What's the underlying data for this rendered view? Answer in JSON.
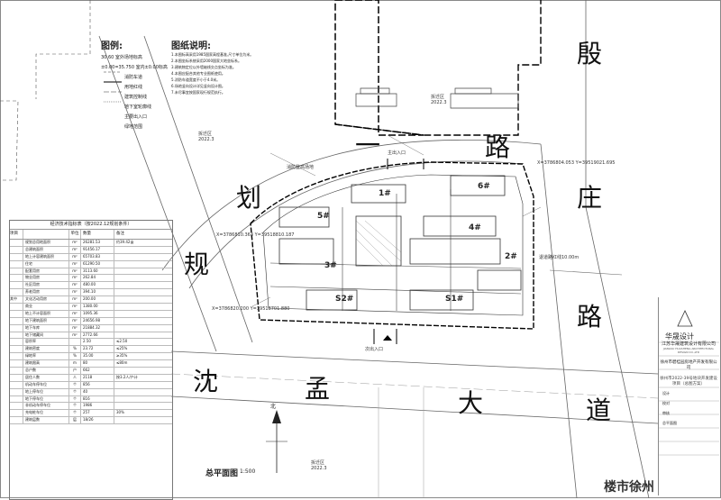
{
  "roads": {
    "north_road": "殷",
    "east_road_1": "庄",
    "east_road_2": "路",
    "guihua_1": "规",
    "guihua_2": "划",
    "guihua_3": "一",
    "guihua_4": "路",
    "south_1": "沈",
    "south_2": "孟",
    "south_3": "大",
    "south_4": "道"
  },
  "legend": {
    "title": "图例:",
    "items": [
      "30.60 室外场地标高",
      "±0.00=35.750 室内±0.00标高",
      "消防车道",
      "用地红线",
      "建筑控制线",
      "地下室轮廓线",
      "主要出入口",
      "绿地范围"
    ]
  },
  "notes": {
    "title": "图纸说明:",
    "items": [
      "1.本图标高采用1985国家高程基准,尺寸单位为米。",
      "2.本图坐标系统采用2000国家大地坐标系。",
      "3.建筑物定位以外墙轴线交点坐标为准。",
      "4.本图应配合其他专业图纸使用。",
      "5.消防车道宽度不小于4.0米。",
      "6.场地竖向设计详见竖向设计图。",
      "7.未尽事宜按国家现行规范执行。"
    ]
  },
  "blocks": {
    "b1": "1#",
    "b2": "2#",
    "b3": "3#",
    "b4": "4#",
    "b5": "5#",
    "b6": "6#",
    "b7": "S1#",
    "b8": "S2#"
  },
  "site_labels": {
    "district_nw": "拆迁区",
    "district_nw_year": "2022.3",
    "district_n": "拆迁区",
    "district_n_year": "2022.3",
    "district_s": "拆迁区",
    "district_s_year": "2022.3",
    "entrance_n": "主出入口",
    "entrance_s": "次出入口",
    "fire_green": "消防登高场地",
    "coords_1": "X=3786810.363 Y=39518810.187",
    "coords_2": "X=3786820.200 Y=39518701.880",
    "coords_3": "X=3786804.053 Y=39519021.695",
    "setback": "退道路红线10.00m"
  },
  "stats": {
    "title": "经济技术指标表（按2022.12规划条件）",
    "headers": [
      "项目",
      "",
      "单位",
      "数量",
      "备注"
    ],
    "rows": [
      [
        "",
        "规划总用地面积",
        "m²",
        "26281.53",
        "约39.42亩"
      ],
      [
        "",
        "总建筑面积",
        "m²",
        "91456.17",
        ""
      ],
      [
        "",
        "地上计容建筑面积",
        "m²",
        "65703.83",
        ""
      ],
      [
        "",
        "住宅",
        "m²",
        "61290.50",
        ""
      ],
      [
        "",
        "配套用房",
        "m²",
        "3113.60",
        ""
      ],
      [
        "",
        "物业用房",
        "m²",
        "262.84",
        ""
      ],
      [
        "",
        "社区用房",
        "m²",
        "480.00",
        ""
      ],
      [
        "",
        "养老用房",
        "m²",
        "394.10",
        ""
      ],
      [
        "其中",
        "文化活动用房",
        "m²",
        "200.00",
        ""
      ],
      [
        "",
        "商业",
        "m²",
        "1380.00",
        ""
      ],
      [
        "",
        "地上不计容面积",
        "m²",
        "1095.36",
        ""
      ],
      [
        "",
        "地下建筑面积",
        "m²",
        "24656.98",
        ""
      ],
      [
        "",
        "地下车库",
        "m²",
        "21884.32",
        ""
      ],
      [
        "",
        "地下储藏间",
        "m²",
        "2772.66",
        ""
      ],
      [
        "",
        "容积率",
        "",
        "2.50",
        "≤2.50"
      ],
      [
        "",
        "建筑密度",
        "%",
        "23.72",
        "≤25%"
      ],
      [
        "",
        "绿地率",
        "%",
        "35.00",
        "≥35%"
      ],
      [
        "",
        "建筑限高",
        "m",
        "80",
        "≤80m"
      ],
      [
        "",
        "总户数",
        "户",
        "662",
        ""
      ],
      [
        "",
        "居住人数",
        "人",
        "2118",
        "按3.2人/户计"
      ],
      [
        "",
        "机动车停车位",
        "个",
        "856",
        ""
      ],
      [
        "",
        "地上停车位",
        "个",
        "40",
        ""
      ],
      [
        "",
        "地下停车位",
        "个",
        "816",
        ""
      ],
      [
        "",
        "非机动车停车位",
        "个",
        "1986",
        ""
      ],
      [
        "",
        "充电桩车位",
        "个",
        "257",
        "30%"
      ],
      [
        "",
        "建筑层数",
        "层",
        "18/26",
        ""
      ]
    ]
  },
  "title_block": {
    "firm": "江苏华晟建筑设计有限公司",
    "firm_en": "JIANGSU HUASHENG ARCHITECTURAL DESIGN CO.,LTD",
    "client": "徐州市碧桂园房地产开发有限公司",
    "project": "徐州市2022-39号地块开发建设项目（总图方案）",
    "designer": "设计",
    "checker": "校对",
    "approver": "审核",
    "logo": "华晟设计",
    "drawing": "总平面图"
  },
  "plan": {
    "title": "总平面图",
    "scale": "1:500",
    "north": "北"
  },
  "watermark": "楼市徐州"
}
